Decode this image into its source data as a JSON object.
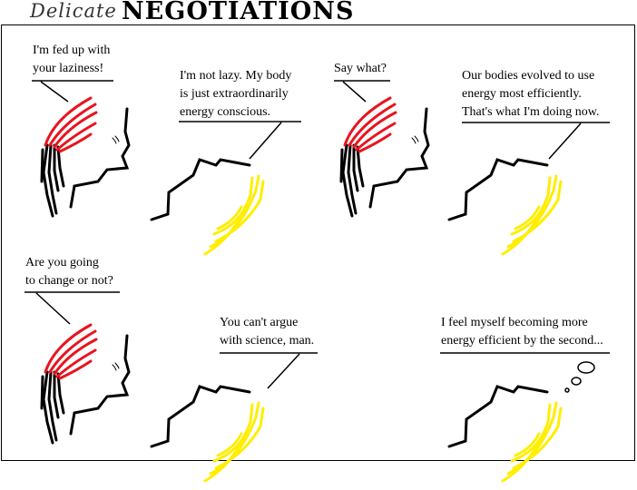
{
  "title": {
    "prefix": "Delicate",
    "main": "NEGOTIATIONS"
  },
  "panels": [
    {
      "speaker": "girl",
      "lines": [
        "I'm fed up with",
        "your laziness!"
      ]
    },
    {
      "speaker": "guy",
      "lines": [
        "I'm not lazy. My body",
        "is just extraordinarily",
        "energy conscious."
      ]
    },
    {
      "speaker": "girl",
      "lines": [
        "Say what?"
      ]
    },
    {
      "speaker": "guy",
      "lines": [
        "Our bodies evolved to use",
        "energy most efficiently.",
        "That's what I'm doing now."
      ]
    },
    {
      "speaker": "girl",
      "lines": [
        "Are you going",
        "to change or not?"
      ]
    },
    {
      "speaker": "guy",
      "lines": [
        "You can't argue",
        "with science, man."
      ]
    },
    {
      "speaker": "guy",
      "type": "thought",
      "lines": [
        "I feel myself becoming more",
        "energy efficient by the second..."
      ]
    }
  ],
  "colors": {
    "hair_girl": "#e8141e",
    "hair_guy": "#ffee00",
    "ink": "#000000"
  }
}
